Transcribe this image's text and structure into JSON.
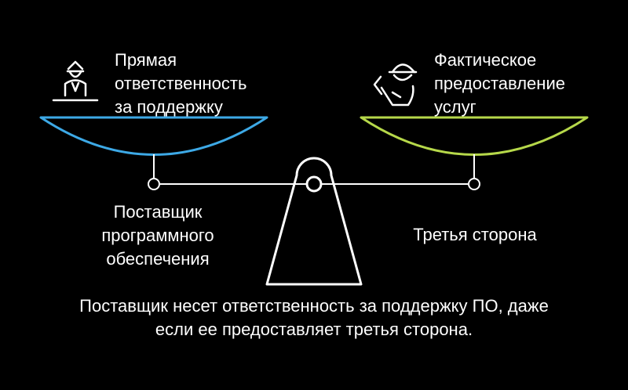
{
  "colors": {
    "background": "#000000",
    "text": "#ffffff",
    "left_pan": "#3da9e6",
    "right_pan": "#b6d84a",
    "beam": "#ffffff"
  },
  "left_pan": {
    "icon": "support-worker-icon",
    "label_lines": [
      "Прямая",
      "ответственность",
      "за поддержку"
    ]
  },
  "right_pan": {
    "icon": "service-provider-icon",
    "label_lines": [
      "Фактическое",
      "предоставление",
      "услуг"
    ]
  },
  "left_side": {
    "label_lines": [
      "Поставщик",
      "программного",
      "обеспечения"
    ]
  },
  "right_side": {
    "label_lines": [
      "Третья сторона"
    ]
  },
  "caption_lines": [
    "Поставщик несет ответственность за поддержку ПО, даже",
    "если ее предоставляет третья сторона."
  ]
}
